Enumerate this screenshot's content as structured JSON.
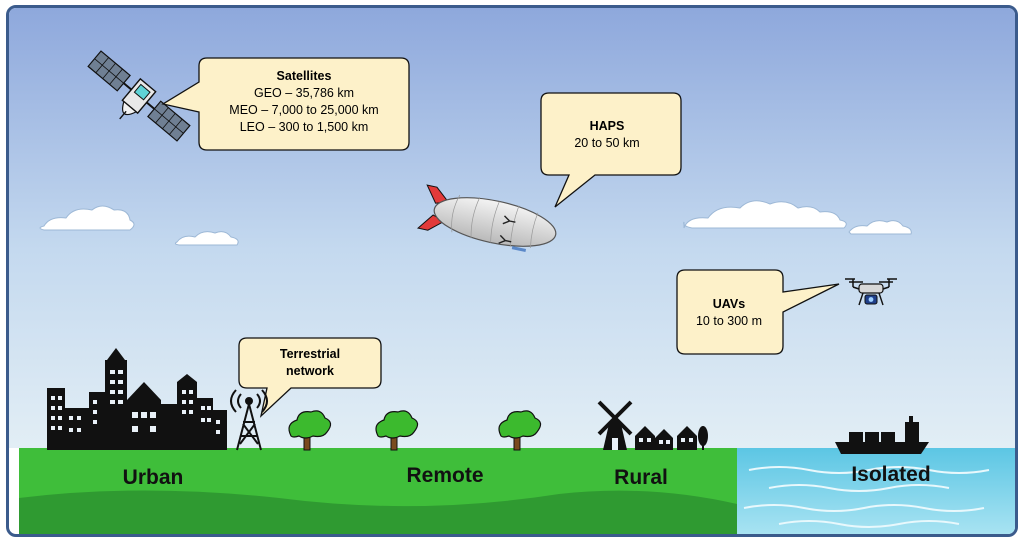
{
  "callouts": {
    "satellites": {
      "title": "Satellites",
      "lines": [
        "GEO – 35,786 km",
        "MEO – 7,000 to 25,000 km",
        "LEO – 300 to 1,500 km"
      ]
    },
    "haps": {
      "title": "HAPS",
      "lines": [
        "20 to 50 km"
      ]
    },
    "uavs": {
      "title": "UAVs",
      "lines": [
        "10 to 300 m"
      ]
    },
    "terrestrial": {
      "title_lines": [
        "Terrestrial",
        "network"
      ]
    }
  },
  "regions": {
    "urban": "Urban",
    "remote": "Remote",
    "rural": "Rural",
    "isolated": "Isolated"
  },
  "colors": {
    "sky_top": "#8fa9dc",
    "sky_bottom": "#dcebf4",
    "callout_fill": "#fdf1c9",
    "ground": "#3fbe3a",
    "ground_dark": "#2f9a31",
    "sea": "#7fd3ea",
    "frame": "#3b5b8c"
  },
  "icons": [
    "satellite-icon",
    "airship-icon",
    "drone-icon",
    "cell-tower-icon",
    "city-buildings-icon",
    "tree-icon",
    "windmill-icon",
    "house-icon",
    "cargo-ship-icon",
    "cloud-icon"
  ]
}
